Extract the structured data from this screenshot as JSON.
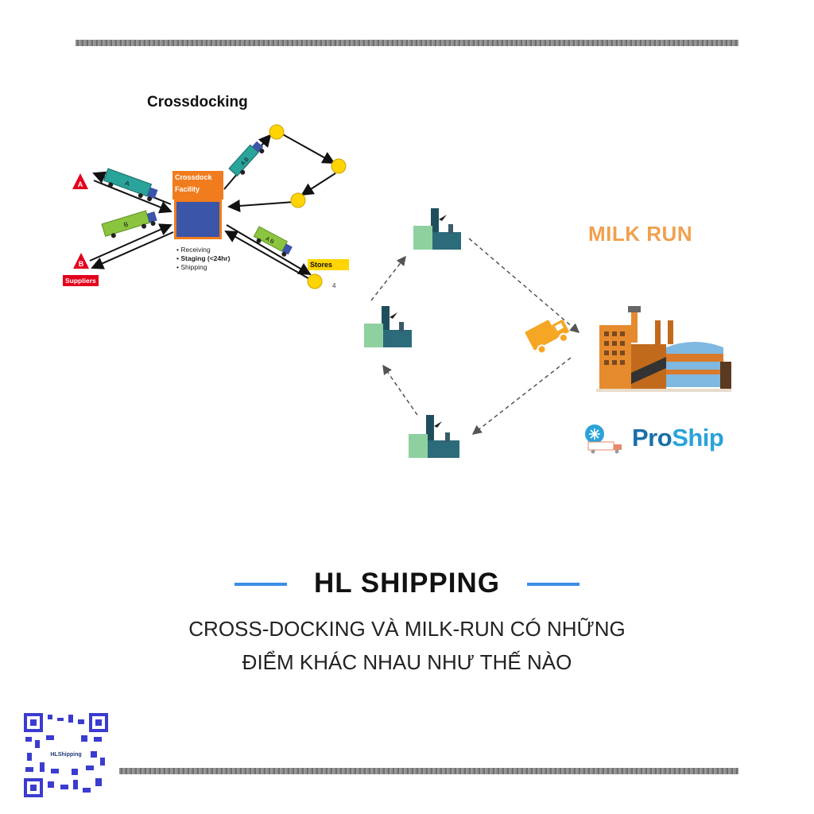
{
  "crossdocking": {
    "title": "Crossdocking",
    "facility_line1": "Crossdock",
    "facility_line2": "Facility",
    "steps": [
      "Receiving",
      "Staging (<24hr)",
      "Shipping"
    ],
    "suppliers_label": "Suppliers",
    "stores_label": "Stores",
    "page_number": "4",
    "supplier_markers": [
      "A",
      "B"
    ],
    "truck_labels": [
      "A",
      "B",
      "A B",
      "A B"
    ]
  },
  "milk_run": {
    "title": "MILK RUN",
    "brand_pro": "Pro",
    "brand_ship": "Ship"
  },
  "footer": {
    "heading": "HL SHIPPING",
    "subtitle_line1": "CROSS-DOCKING VÀ MILK-RUN CÓ NHỮNG",
    "subtitle_line2": "ĐIỂM KHÁC NHAU NHƯ THẾ NÀO",
    "qr_logo_text": "HLShipping"
  },
  "colors": {
    "facility_orange": "#f07c1e",
    "store_yellow": "#ffd400",
    "supplier_red": "#e3001b",
    "milk_run_title": "#f0a050",
    "heading_line_blue": "#3d8ee6",
    "proship_blue": "#1a6fa8"
  },
  "icons": [
    "truck-icon",
    "factory-icon",
    "delivery-truck-icon",
    "snowflake-icon",
    "qr-code-icon"
  ]
}
